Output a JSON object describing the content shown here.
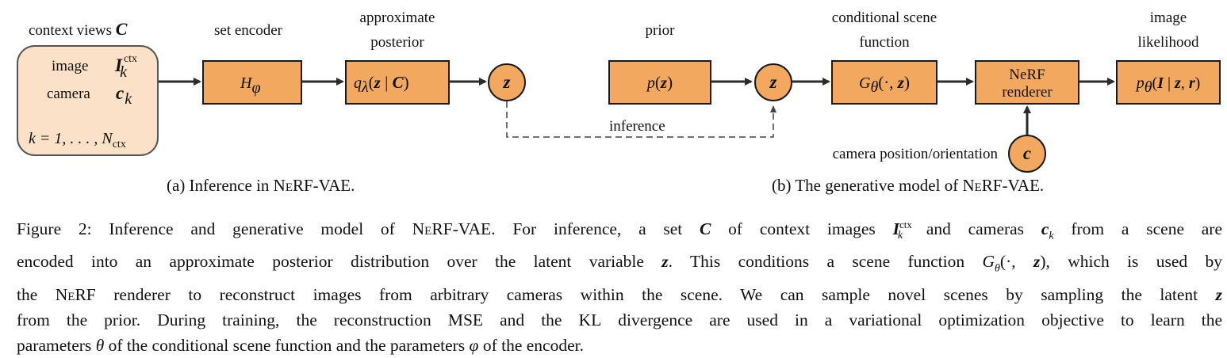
{
  "diagram": {
    "context_views_label": "context views",
    "context_views_symbol": "C",
    "context_box": {
      "image_label": "image",
      "image_symbol": "I",
      "image_sup": "ctx",
      "image_sub": "k",
      "camera_label": "camera",
      "camera_symbol": "c",
      "camera_sub": "k",
      "range_text": "k = 1, . . . , N",
      "range_sub": "ctx"
    },
    "set_encoder_label": "set encoder",
    "encoder_box": {
      "symbol": "H",
      "sub": "φ"
    },
    "posterior_label_line1": "approximate",
    "posterior_label_line2": "posterior",
    "posterior_box": {
      "q": "q",
      "q_sub": "λ",
      "open": "(",
      "z": "z",
      "bar": " | ",
      "C": "C",
      "close": ")"
    },
    "latent_symbol": "z",
    "prior_label": "prior",
    "prior_box": {
      "p": "p",
      "open": "(",
      "z": "z",
      "close": ")"
    },
    "inference_label": "inference",
    "scene_function_label_line1": "conditional scene",
    "scene_function_label_line2": "function",
    "scene_box": {
      "G": "G",
      "sub": "θ",
      "args": "(·, ",
      "z": "z",
      "close": ")"
    },
    "renderer_line1": "NeRF",
    "renderer_line2": "renderer",
    "likelihood_label_line1": "image",
    "likelihood_label_line2": "likelihood",
    "likelihood_box": {
      "p": "p",
      "sub": "θ",
      "open": "(",
      "I": "I",
      "bar": " | ",
      "z": "z",
      "comma": ", ",
      "r": "r",
      "close": ")"
    },
    "camera_pos_label": "camera position/orientation",
    "camera_symbol": "c"
  },
  "subcaptions": {
    "a_prefix": "(a) Inference in ",
    "a_name": "NeRF-VAE",
    "a_suffix": ".",
    "b_prefix": "(b) The generative model of ",
    "b_name": "NeRF-VAE",
    "b_suffix": "."
  },
  "caption": {
    "l1a": "Figure 2: Inference and generative model of ",
    "l1b": "NeRF-VAE",
    "l1c": ". For inference, a set ",
    "l1d": "C",
    "l1e": " of context images ",
    "l1f": "I",
    "l1f_sup": "ctx",
    "l1f_sub": "k",
    "l1g": " and cameras ",
    "l1h": "c",
    "l1h_sub": "k",
    "l1i": " from a scene are",
    "l2a": "encoded into an approximate posterior distribution over the latent variable ",
    "l2b": "z",
    "l2c": ". This conditions a scene function ",
    "l2d": "G",
    "l2d_sub": "θ",
    "l2e": "(·, ",
    "l2f": "z",
    "l2g": "), which is used by",
    "l3a": "the ",
    "l3b": "NeRF",
    "l3c": " renderer to reconstruct images from arbitrary cameras within the scene. We can sample novel scenes by sampling the latent ",
    "l3d": "z",
    "l4a": "from the prior. During training, the reconstruction ",
    "l4b": "MSE",
    "l4c": " and the ",
    "l4d": "KL",
    "l4e": " divergence are used in a variational optimization objective to learn the",
    "l5a": "parameters ",
    "l5b": "θ",
    "l5c": " of the conditional scene function and the parameters ",
    "l5d": "φ",
    "l5e": " of the encoder."
  }
}
